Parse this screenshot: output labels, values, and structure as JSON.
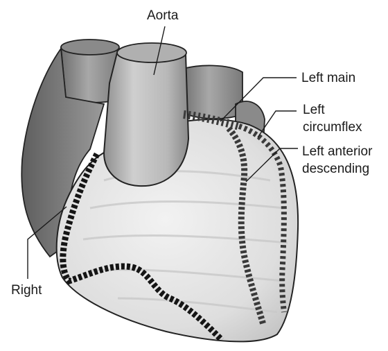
{
  "diagram": {
    "labels": {
      "aorta": "Aorta",
      "left_main": "Left main",
      "left_circumflex_line1": "Left",
      "left_circumflex_line2": "circumflex",
      "lad_line1": "Left anterior",
      "lad_line2": "descending",
      "right": "Right"
    }
  }
}
